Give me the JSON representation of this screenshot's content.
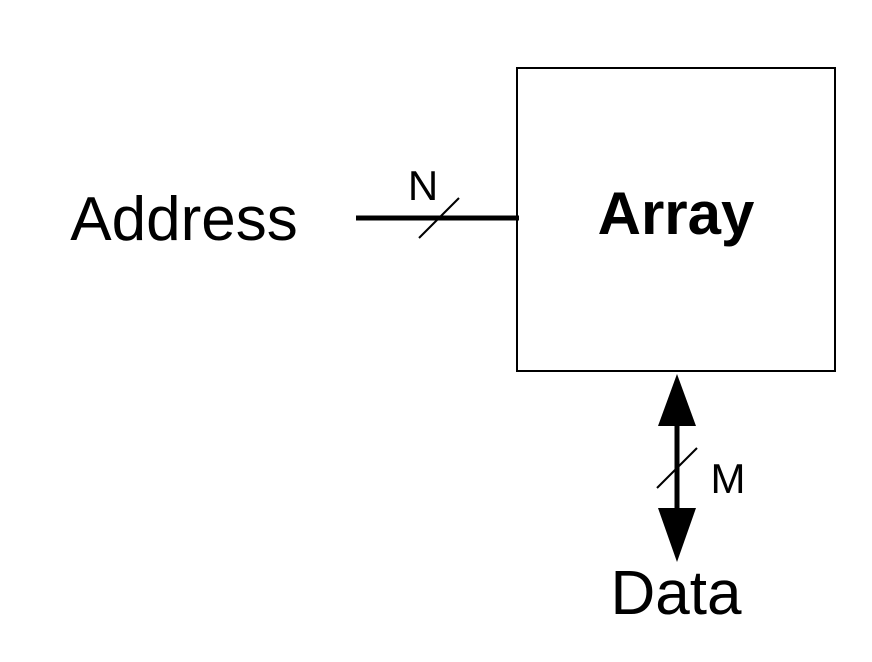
{
  "diagram": {
    "block_label": "Array",
    "input_label": "Address",
    "input_width_label": "N",
    "output_label": "Data",
    "output_width_label": "M"
  },
  "colors": {
    "stroke": "#000000",
    "background": "#ffffff"
  }
}
